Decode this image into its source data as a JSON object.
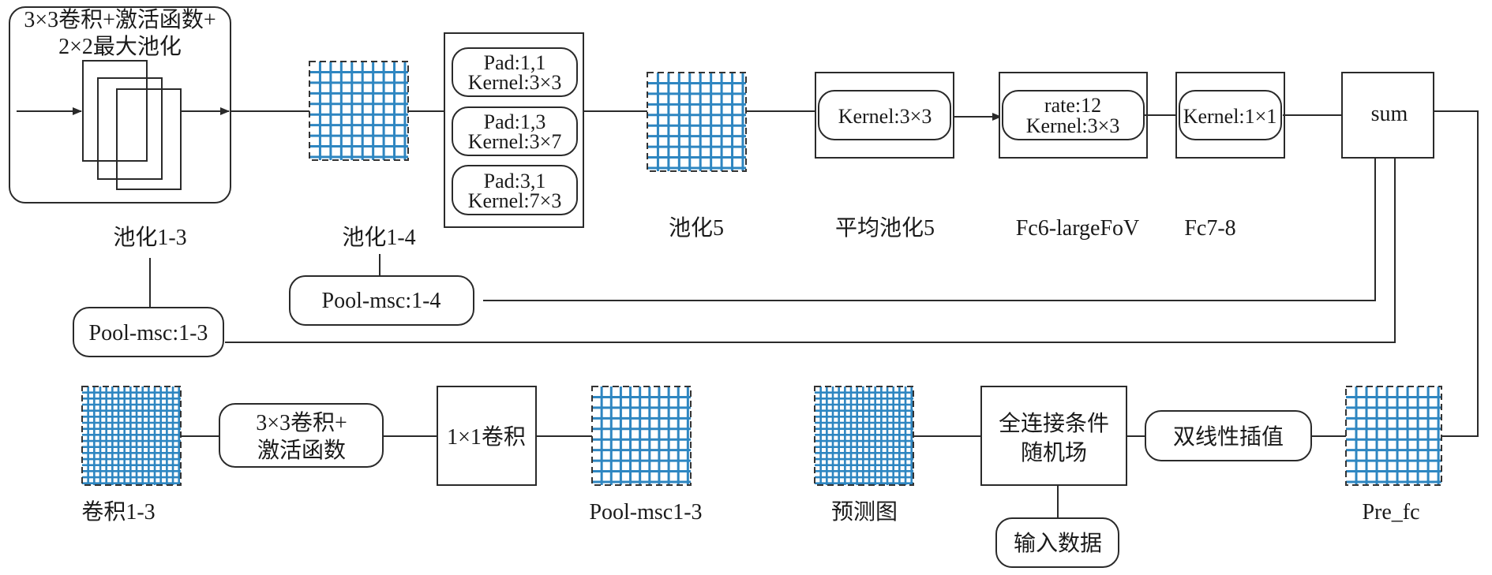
{
  "diagram": {
    "colors": {
      "line": "#2a2a2a",
      "grid": "#2e86c1",
      "text": "#1a1a1a"
    },
    "block1": {
      "title_line1": "3×3卷积+激活函数+",
      "title_line2": "2×2最大池化",
      "label": "池化1-3"
    },
    "pool14": {
      "label": "池化1-4"
    },
    "branch_box": {
      "branches": [
        {
          "line1": "Pad:1,1",
          "line2": "Kernel:3×3"
        },
        {
          "line1": "Pad:1,3",
          "line2": "Kernel:3×7"
        },
        {
          "line1": "Pad:3,1",
          "line2": "Kernel:7×3"
        }
      ]
    },
    "pool5": {
      "label": "池化5"
    },
    "avgpool5": {
      "kernel": "Kernel:3×3",
      "label": "平均池化5"
    },
    "fc6": {
      "line1": "rate:12",
      "line2": "Kernel:3×3",
      "label": "Fc6-largeFoV"
    },
    "fc78": {
      "kernel": "Kernel:1×1",
      "label": "Fc7-8"
    },
    "sum": {
      "label": "sum"
    },
    "pool_msc_14": {
      "label": "Pool-msc:1-4"
    },
    "pool_msc_13": {
      "label": "Pool-msc:1-3"
    },
    "bottom_row": {
      "conv13_label": "卷积1-3",
      "conv_act_line1": "3×3卷积+",
      "conv_act_line2": "激活函数",
      "conv1x1": "1×1卷积",
      "pool_msc13_label": "Pool-msc1-3",
      "pred_label": "预测图",
      "crf_line1": "全连接条件",
      "crf_line2": "随机场",
      "input_data": "输入数据",
      "bilinear": "双线性插值",
      "pre_fc_label": "Pre_fc"
    },
    "grids": [
      {
        "name": "pool1-4",
        "cols": 9,
        "rows": 9
      },
      {
        "name": "pool5",
        "cols": 9,
        "rows": 9
      },
      {
        "name": "conv1-3",
        "cols": 16,
        "rows": 16
      },
      {
        "name": "pool-msc1-3",
        "cols": 10,
        "rows": 9
      },
      {
        "name": "prediction",
        "cols": 16,
        "rows": 16
      },
      {
        "name": "pre-fc",
        "cols": 9,
        "rows": 9
      }
    ]
  }
}
